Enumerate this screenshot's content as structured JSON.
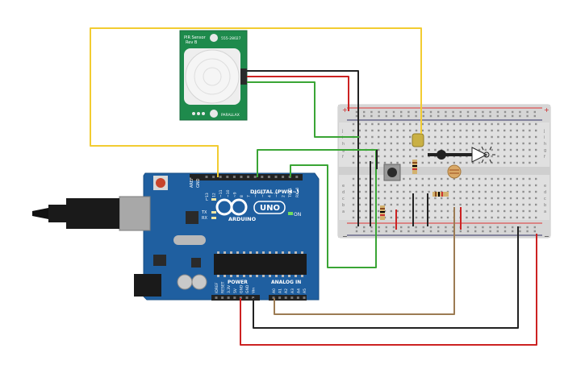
{
  "pir_sensor": {
    "title_line1": "PIR Sensor",
    "title_line2": "Rev B",
    "part_number": "555-28027",
    "brand": "PARALLAX"
  },
  "arduino": {
    "brand": "ARDUINO",
    "model": "UNO",
    "digital_label": "DIGITAL (PWM~)",
    "power_label": "POWER",
    "analog_label": "ANALOG IN",
    "on_label": "ON",
    "led_l": "L",
    "led_tx": "TX",
    "led_rx": "RX",
    "aref": "AREF",
    "gnd": "GND",
    "digital_pins": [
      "13",
      "12",
      "~11",
      "~10",
      "~9",
      "8",
      "7",
      "~6",
      "~5",
      "4",
      "~3",
      "2",
      "TX►1",
      "RX◄0"
    ],
    "power_pins": [
      "IOREF",
      "RESET",
      "3.3V",
      "5V",
      "GND",
      "GND",
      "Vin"
    ],
    "analog_pins": [
      "A0",
      "A1",
      "A2",
      "A3",
      "A4",
      "A5"
    ]
  },
  "breadboard": {
    "row_letters_top": [
      "j",
      "i",
      "h",
      "g",
      "f"
    ],
    "row_letters_bottom": [
      "e",
      "d",
      "c",
      "b",
      "a"
    ],
    "plus": "+",
    "minus": "−"
  },
  "colors": {
    "wire_yellow": "#f2cc31",
    "wire_black": "#222222",
    "wire_red": "#cc2222",
    "wire_green": "#3aa535",
    "wire_brown": "#9c7b53",
    "arduino_blue": "#1f5fa0",
    "pir_green": "#1e8a4c",
    "breadboard": "#e3e3e3"
  }
}
